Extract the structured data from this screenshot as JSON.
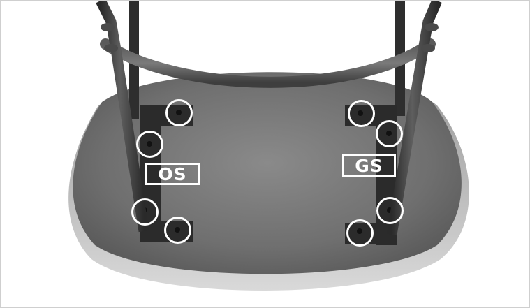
{
  "labels": {
    "left": "OS",
    "right": "GS"
  },
  "colors": {
    "seat": "#7a7a7a",
    "seat_edge": "#c9c9c9",
    "frame_tube": "#3a3a3a",
    "mounting_plate": "#2a2a2a",
    "marker": "#ffffff"
  },
  "icons": [
    "screw-hole-marker"
  ]
}
